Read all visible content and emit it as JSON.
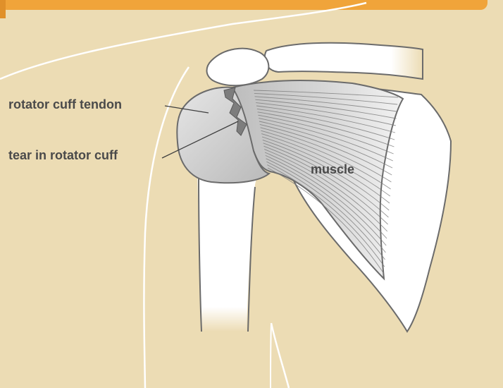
{
  "labels": {
    "tendon": "rotator cuff tendon",
    "tear": "tear in rotator cuff",
    "muscle": "muscle"
  },
  "colors": {
    "background": "#ecdcb4",
    "header_bar": "#f0a43a",
    "skin_outline": "#ffffff",
    "bone_fill": "#ffffff",
    "outline": "#6b6b6b",
    "tendon_gray": "#c9c9c9",
    "tear_gray": "#7d7d7d",
    "label_text": "#4a4a4a"
  }
}
